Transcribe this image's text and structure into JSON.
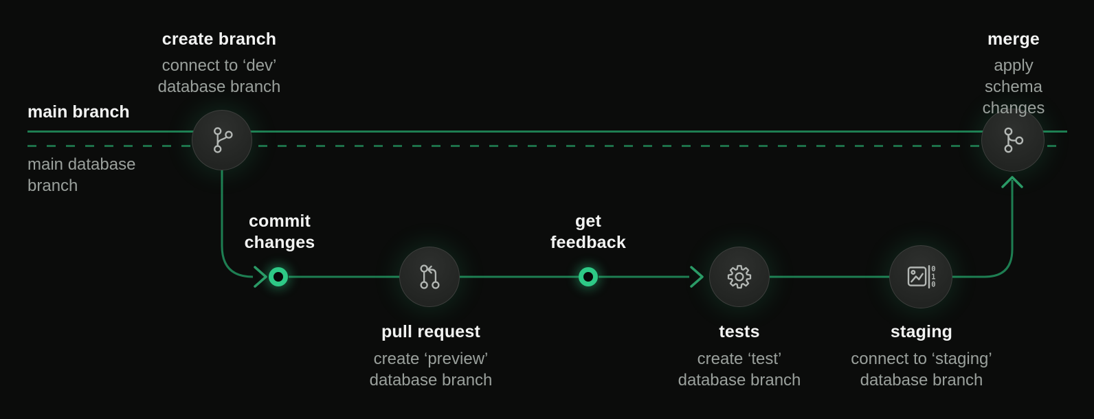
{
  "colors": {
    "background": "#0b0c0b",
    "branch_line_green": "#1e7e52",
    "db_branch_line_green": "#1d7049",
    "arrow_green": "#2b9a66",
    "marker_ring_green": "#2ec986",
    "node_fill": "#242624",
    "node_border": "#3e403e",
    "icon_stroke": "#b4b8b5",
    "title_text": "#f2f3f2",
    "subtitle_text": "#9aa09c"
  },
  "rails": {
    "main_branch_label": "main branch",
    "main_db_branch_label": "main database\nbranch"
  },
  "steps": {
    "create_branch": {
      "title": "create branch",
      "subtitle": "connect to ‘dev’\ndatabase branch",
      "icon": "git-branch"
    },
    "commit_changes": {
      "title": "commit\nchanges"
    },
    "pull_request": {
      "title": "pull request",
      "subtitle": "create ‘preview’\ndatabase branch",
      "icon": "git-pull-request"
    },
    "get_feedback": {
      "title": "get\nfeedback"
    },
    "tests": {
      "title": "tests",
      "subtitle": "create ‘test’\ndatabase branch",
      "icon": "gear"
    },
    "staging": {
      "title": "staging",
      "subtitle": "connect to ‘staging’\ndatabase branch",
      "icon": "data-preview",
      "icon_digits": [
        "0",
        "1",
        "0"
      ]
    },
    "merge": {
      "title": "merge",
      "subtitle": "apply schema\nchanges",
      "icon": "git-merge"
    }
  }
}
